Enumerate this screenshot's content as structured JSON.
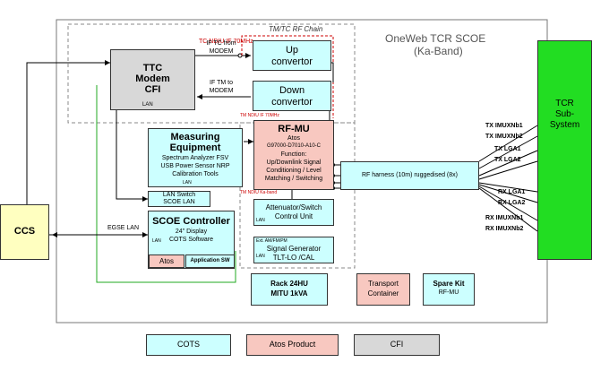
{
  "title_line1": "OneWeb TCR SCOE",
  "title_line2": "(Ka-Band)",
  "chain_label": "TM/TC RF Chain",
  "ttc_modem": {
    "line1": "TTC",
    "line2": "Modem",
    "line3": "CFI",
    "port": "LAN"
  },
  "up_convertor": {
    "line1": "Up",
    "line2": "convertor"
  },
  "down_convertor": {
    "line1": "Down",
    "line2": "convertor"
  },
  "if_tc_label": {
    "line1": "IF TC from",
    "line2": "MODEM"
  },
  "if_tm_label": {
    "line1": "IF TM to",
    "line2": "MODEM"
  },
  "tc_ndiu_label": "TC NDIU IF 70MHz",
  "tm_ndiu_label": "TM NDIU IF 70MHz",
  "tm_ndiu_ka_label": "TM NDIU Ka-band",
  "rfmu": {
    "title": "RF-MU",
    "line1": "Atos",
    "line2": "G97000-D7010-A10-C",
    "line3": "Function:",
    "line4": "Up/Downlink Signal",
    "line5": "Conditioning / Level",
    "line6": "Matching / Switching"
  },
  "measuring": {
    "title1": "Measuring",
    "title2": "Equipment",
    "line1": "Spectrum Analyzer FSV",
    "line2": "USB Power Sensor NRP",
    "line3": "Calibration Tools",
    "port": "LAN"
  },
  "lan_switch": {
    "line1": "LAN Switch",
    "line2": "SCOE LAN"
  },
  "scoe_controller": {
    "title": "SCOE Controller",
    "line1": "24\" Display",
    "line2": "COTS Software",
    "port": "LAN",
    "atos": "Atos",
    "app_sw": "Application SW"
  },
  "attenuator": {
    "line1": "Attenuator/Switch",
    "line2": "Control Unit",
    "port": "LAN"
  },
  "signal_gen": {
    "ports": "Ext. AM/FM/PM",
    "line1": "Signal Generator",
    "line2": "TLT-LO /CAL",
    "port": "LAN"
  },
  "rf_harness": "RF harness (10m) ruggedised (8x)",
  "egse_lan": "EGSE LAN",
  "ccs": "CCS",
  "tcr": {
    "line1": "TCR",
    "line2": "Sub-",
    "line3": "System"
  },
  "right_labels": [
    "TX IMUXNb1",
    "TX IMUXNb2",
    "TX LGA1",
    "TX LGA2",
    "RX LGA1",
    "RX LGA2",
    "RX IMUXNb1",
    "RX IMUXNb2"
  ],
  "rack": {
    "line1": "Rack 24HU",
    "line2": "MITU 1kVA"
  },
  "transport": {
    "line1": "Transport",
    "line2": "Container"
  },
  "spare": {
    "line1": "Spare Kit",
    "line2": "RF-MU"
  },
  "legend": {
    "cots": "COTS",
    "atos": "Atos Product",
    "cfi": "CFI"
  },
  "colors": {
    "cots": "#ccffff",
    "atos": "#f8c8c0",
    "cfi": "#d8d8d8",
    "tcr": "#22dd22",
    "ccs": "#ffffc0",
    "annotation_red": "#cc0000"
  }
}
